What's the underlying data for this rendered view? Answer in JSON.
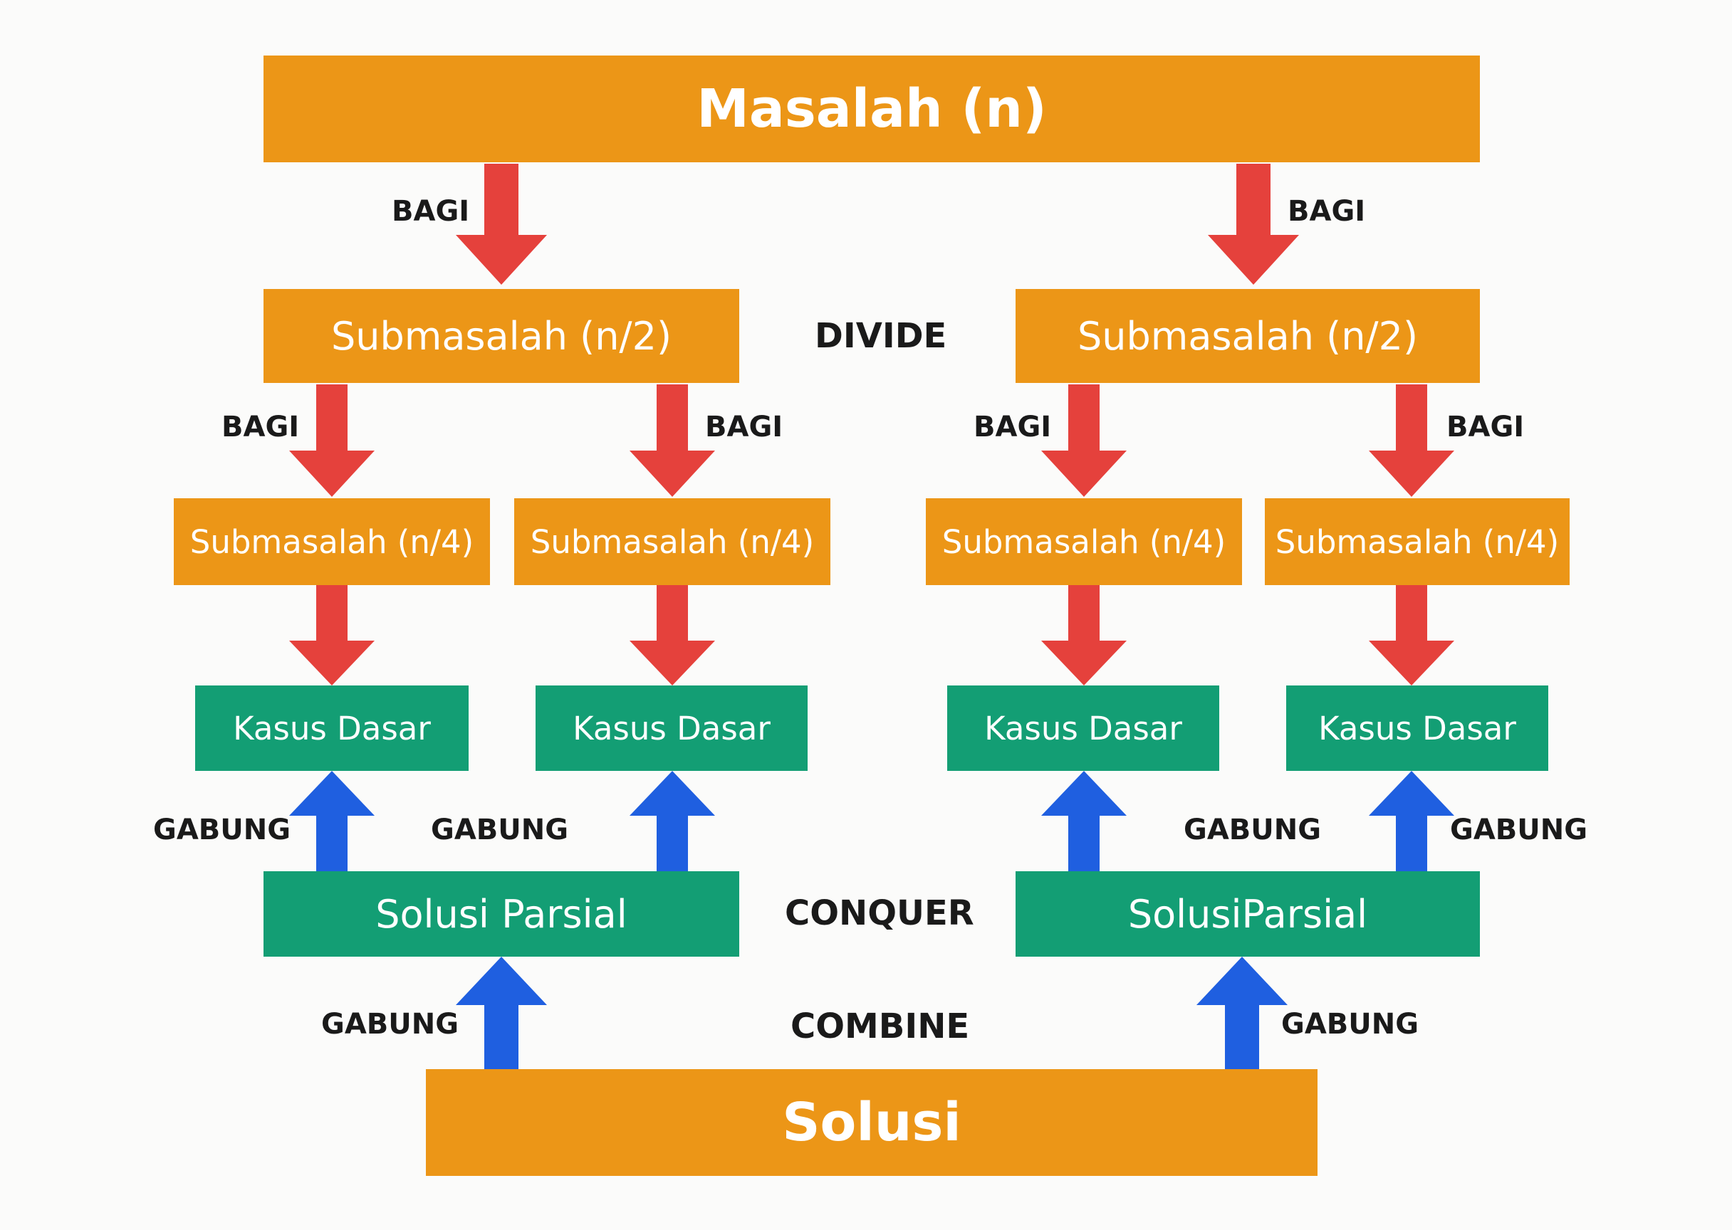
{
  "colors": {
    "problem": "#ec9617",
    "base_case": "#139e74",
    "divide_arrow": "#e5413c",
    "combine_arrow": "#1f5fe0",
    "background": "#fbfbfa",
    "label": "#1a1a1a"
  },
  "nodes": {
    "problem": "Masalah (n)",
    "sub_half_left": "Submasalah (n/2)",
    "sub_half_right": "Submasalah (n/2)",
    "sub_quarter_1": "Submasalah (n/4)",
    "sub_quarter_2": "Submasalah (n/4)",
    "sub_quarter_3": "Submasalah (n/4)",
    "sub_quarter_4": "Submasalah (n/4)",
    "base_case_1": "Kasus Dasar",
    "base_case_2": "Kasus Dasar",
    "base_case_3": "Kasus Dasar",
    "base_case_4": "Kasus Dasar",
    "partial_left": "Solusi Parsial",
    "partial_right": "SolusiParsial",
    "solution": "Solusi"
  },
  "edge_labels": {
    "split": "BAGI",
    "merge": "GABUNG"
  },
  "phases": {
    "divide": "DIVIDE",
    "conquer": "CONQUER",
    "combine": "COMBINE"
  }
}
